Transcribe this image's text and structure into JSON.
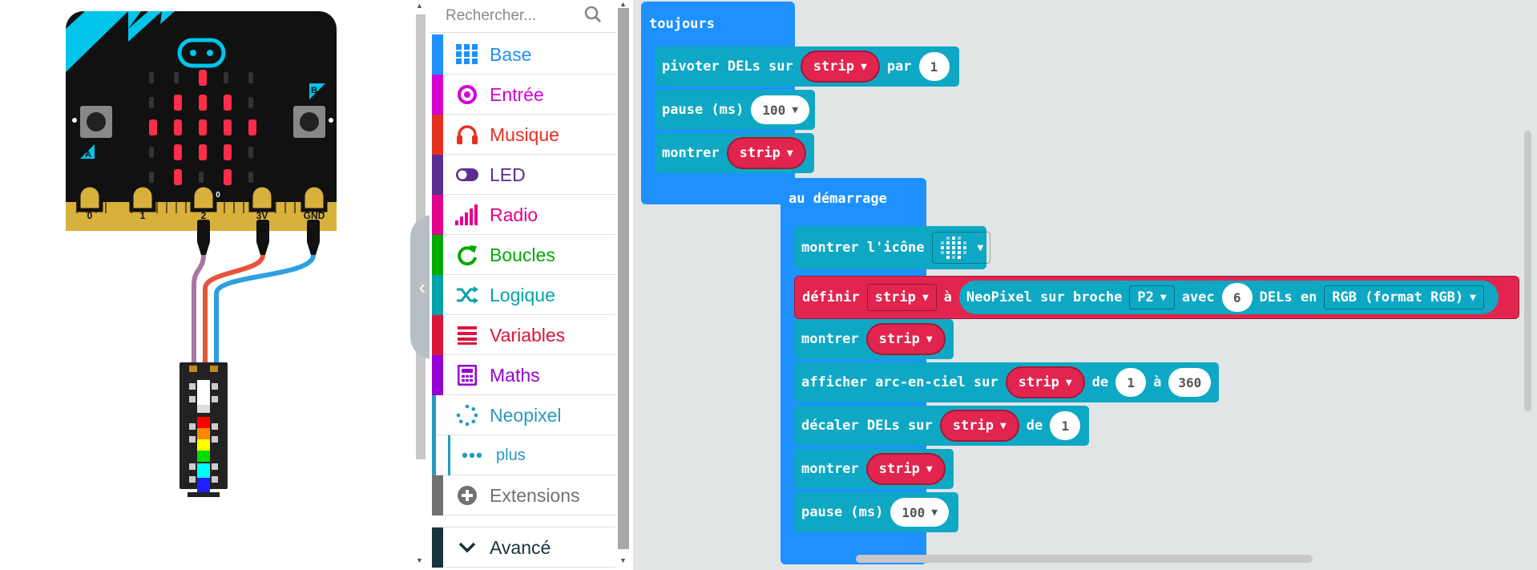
{
  "simulator": {
    "pins": [
      "0",
      "1",
      "2",
      "3V",
      "GND"
    ],
    "small_pin_label": "0",
    "button_a": "A",
    "button_b": "B",
    "neopixel_colors": [
      "#ffffff",
      "#ff0000",
      "#ff8800",
      "#ffff00",
      "#00dd00",
      "#00ffff",
      "#0000ff"
    ]
  },
  "toolbox": {
    "search_placeholder": "Rechercher...",
    "categories": [
      {
        "label": "Base",
        "color": "#1e90ff",
        "icon": "grid-icon"
      },
      {
        "label": "Entrée",
        "color": "#d400d4",
        "icon": "target-icon"
      },
      {
        "label": "Musique",
        "color": "#e63022",
        "icon": "headphones-icon"
      },
      {
        "label": "LED",
        "color": "#5c2d91",
        "icon": "toggle-icon"
      },
      {
        "label": "Radio",
        "color": "#e3008c",
        "icon": "signal-icon"
      },
      {
        "label": "Boucles",
        "color": "#00aa00",
        "icon": "loop-icon"
      },
      {
        "label": "Logique",
        "color": "#00a4a6",
        "icon": "shuffle-icon"
      },
      {
        "label": "Variables",
        "color": "#dc143c",
        "icon": "list-icon"
      },
      {
        "label": "Maths",
        "color": "#9400d3",
        "icon": "calculator-icon"
      },
      {
        "label": "Neopixel",
        "color": "#2699bf",
        "icon": "neopixel-ring-icon"
      },
      {
        "label": "plus",
        "color": "#2699bf",
        "icon": "more-icon"
      },
      {
        "label": "Extensions",
        "color": "#717171",
        "icon": "plus-circle-icon"
      },
      {
        "label": "Avancé",
        "color": "#17343d",
        "icon": "chevron-down-icon"
      }
    ]
  },
  "workspace": {
    "forever": {
      "title": "toujours",
      "rotate": {
        "label": "pivoter DELs sur",
        "var": "strip",
        "by": "par",
        "amount": "1"
      },
      "pause": {
        "label": "pause (ms)",
        "value": "100"
      },
      "show": {
        "label": "montrer",
        "var": "strip"
      }
    },
    "on_start": {
      "title": "au démarrage",
      "show_icon": {
        "label": "montrer l'icône"
      },
      "set": {
        "label": "définir",
        "var": "strip",
        "to": "à",
        "neopixel": "NeoPixel sur broche",
        "pin": "P2",
        "with": "avec",
        "count": "6",
        "leds": "DELs en",
        "mode": "RGB (format RGB)"
      },
      "show1": {
        "label": "montrer",
        "var": "strip"
      },
      "rainbow": {
        "label": "afficher arc-en-ciel sur",
        "var": "strip",
        "from": "de",
        "start": "1",
        "to": "à",
        "end": "360"
      },
      "shift": {
        "label": "décaler DELs sur",
        "var": "strip",
        "by": "de",
        "amount": "1"
      },
      "show2": {
        "label": "montrer",
        "var": "strip"
      },
      "pause": {
        "label": "pause (ms)",
        "value": "100"
      }
    }
  }
}
